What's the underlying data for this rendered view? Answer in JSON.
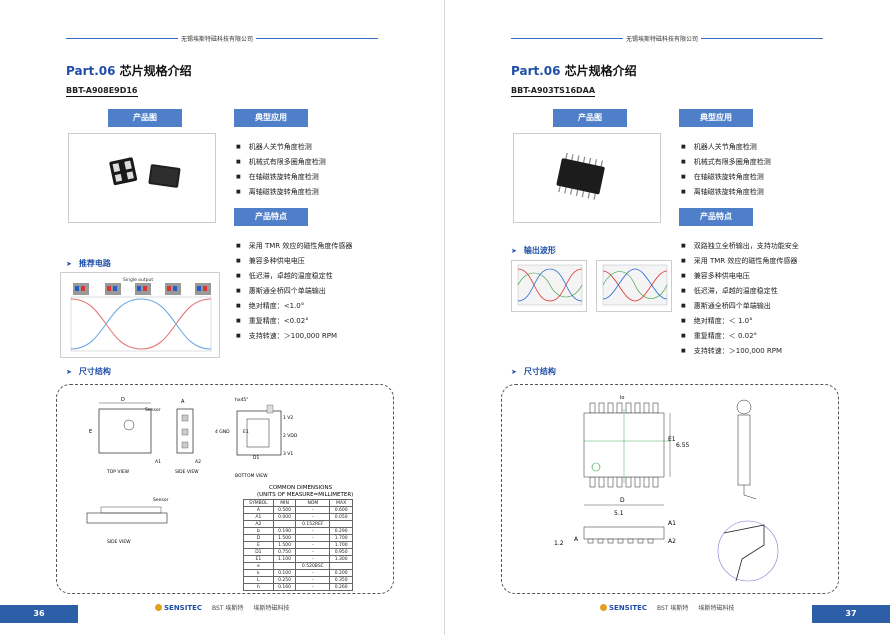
{
  "header": {
    "company": "无锡埃斯特磁科技有限公司"
  },
  "left": {
    "part_no": "Part.06",
    "part_title": "芯片规格介绍",
    "model": "BBT-A908E9D16",
    "product_image_label": "产品图",
    "applications_label": "典型应用",
    "applications": [
      "机器人关节角度检测",
      "机械式有限多圈角度检测",
      "在轴磁铁旋转角度检测",
      "离轴磁铁旋转角度检测"
    ],
    "features_label": "产品特点",
    "features": [
      "采用 TMR 效应的磁性角度传感器",
      "兼容多种供电电压",
      "低迟滞，卓越的温度稳定性",
      "惠斯通全桥四个单端输出",
      "绝对精度：<1.0°",
      "重复精度：<0.02°",
      "支持转速：＞100,000 RPM"
    ],
    "circuit_label": "推荐电路",
    "circuit_plot_title": "Single output",
    "dims_label": "尺寸结构",
    "dims": {
      "top_view": "TOP VIEW",
      "side_view_1": "SIDE VIEW",
      "bottom_view": "BOTTOM VIEW",
      "side_view_2": "SIDE VIEW",
      "sensor": "Sensor",
      "sensor2": "Sensor",
      "table_title_1": "COMMON DIMENSIONS",
      "table_title_2": "(UNITS OF MEASURE=MILLIMETER)",
      "headers": [
        "SYMBOL",
        "MIN",
        "NOM",
        "MAX"
      ],
      "rows": [
        [
          "A",
          "0.500",
          "-",
          "0.600"
        ],
        [
          "A1",
          "0.000",
          "-",
          "0.050"
        ],
        [
          "A2",
          "",
          "0.152REF",
          ""
        ],
        [
          "b",
          "0.190",
          "-",
          "0.290"
        ],
        [
          "D",
          "1.500",
          "-",
          "1.700"
        ],
        [
          "E",
          "1.500",
          "-",
          "1.700"
        ],
        [
          "D1",
          "0.750",
          "-",
          "0.950"
        ],
        [
          "E1",
          "1.100",
          "-",
          "1.300"
        ],
        [
          "e",
          "",
          "0.520BSC",
          ""
        ],
        [
          "k",
          "0.100",
          "-",
          "0.200"
        ],
        [
          "L",
          "0.250",
          "-",
          "0.350"
        ],
        [
          "h",
          "0.160",
          "-",
          "0.260"
        ]
      ]
    },
    "page_number": "36"
  },
  "right": {
    "part_no": "Part.06",
    "part_title": "芯片规格介绍",
    "model": "BBT-A903TS16DAA",
    "product_image_label": "产品图",
    "applications_label": "典型应用",
    "applications": [
      "机器人关节角度检测",
      "机械式有限多圈角度检测",
      "在轴磁铁旋转角度检测",
      "离轴磁铁旋转角度检测"
    ],
    "features_label": "产品特点",
    "features": [
      "双路独立全桥输出，支持功能安全",
      "采用 TMR 效应的磁性角度传感器",
      "兼容多种供电电压",
      "低迟滞，卓越的温度稳定性",
      "惠斯通全桥四个单端输出",
      "绝对精度：＜ 1.0°",
      "重复精度：＜ 0.02°",
      "支持转速：＞100,000 RPM"
    ],
    "waveform_label": "输出波形",
    "dims_label": "尺寸结构",
    "dims": {
      "e1": "E1",
      "e_val": "6.55",
      "d": "D",
      "d_val": "5.1",
      "a_val": "1.2",
      "a": "A",
      "a1": "A1",
      "a2": "A2",
      "lo": "lo"
    },
    "page_number": "37"
  },
  "footer": {
    "logo_1": "SENSITEC",
    "logo_2": "BST 埃斯特",
    "logo_3": "埃斯特磁科技"
  }
}
